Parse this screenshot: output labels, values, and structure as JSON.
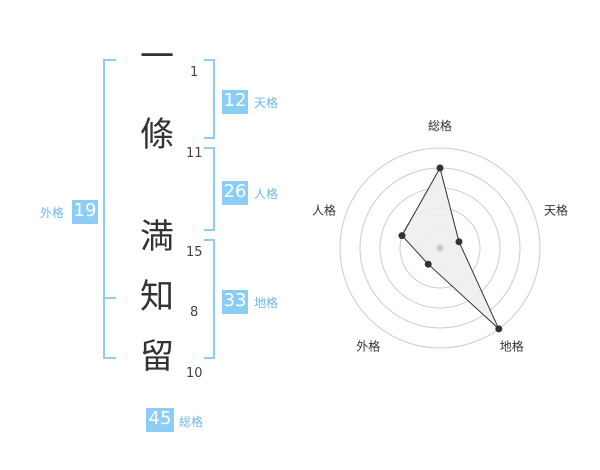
{
  "name": {
    "chars": [
      {
        "char": "一",
        "strokes": "1"
      },
      {
        "char": "條",
        "strokes": "11"
      },
      {
        "char": "満",
        "strokes": "15"
      },
      {
        "char": "知",
        "strokes": "8"
      },
      {
        "char": "留",
        "strokes": "10"
      }
    ]
  },
  "fortune": {
    "tenkaku": {
      "value": "12",
      "label": "天格"
    },
    "jinkaku": {
      "value": "26",
      "label": "人格"
    },
    "chikaku": {
      "value": "33",
      "label": "地格"
    },
    "gaikaku": {
      "value": "19",
      "label": "外格"
    },
    "soukaku": {
      "value": "45",
      "label": "総格"
    }
  },
  "chart_data": {
    "type": "radar",
    "axes": [
      "総格",
      "天格",
      "地格",
      "外格",
      "人格"
    ],
    "values": [
      4,
      1,
      5,
      1,
      2
    ],
    "rmax": 5,
    "grid": true
  },
  "colors": {
    "bracket": "#8ccdf5",
    "box": "#8ccdf5",
    "label": "#6fb8e6",
    "fill": "#eeeeee",
    "ring": "#cccccc"
  }
}
